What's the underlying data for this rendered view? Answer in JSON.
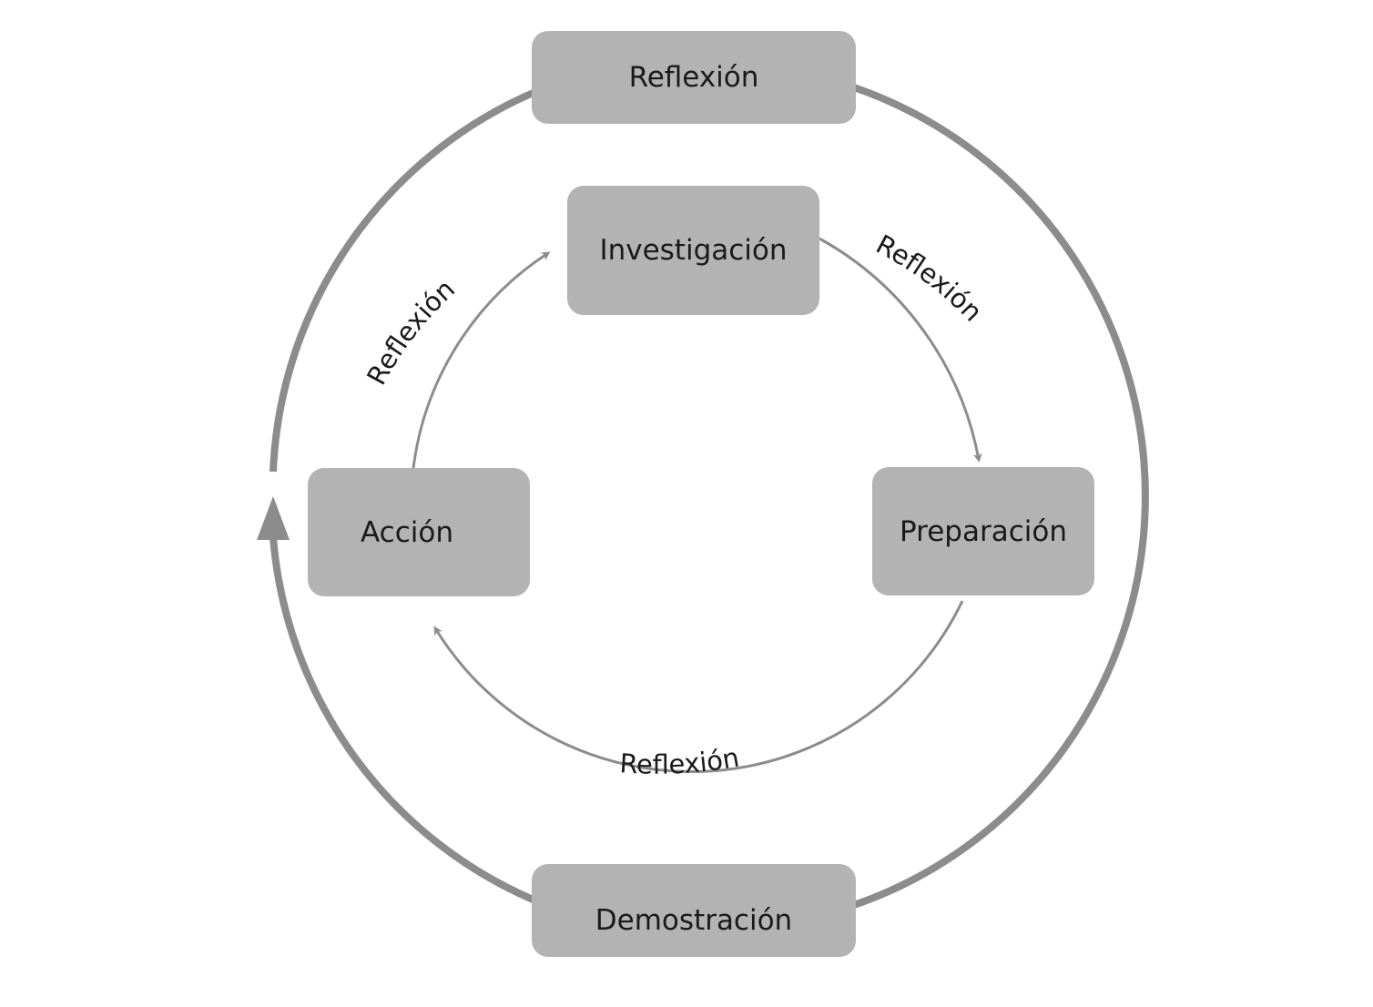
{
  "diagram": {
    "outer_cycle": {
      "top": "Reflexión",
      "bottom": "Demostración"
    },
    "inner_cycle": {
      "nodes": [
        "Investigación",
        "Preparación",
        "Acción"
      ],
      "arc_labels": {
        "investigacion_to_preparacion": "Reflexión",
        "preparacion_to_accion": "Reflexión",
        "accion_to_investigacion": "Reflexión"
      }
    },
    "colors": {
      "box_fill": "#b3b3b3",
      "line": "#8c8c8c",
      "text": "#1a1a1a"
    }
  }
}
